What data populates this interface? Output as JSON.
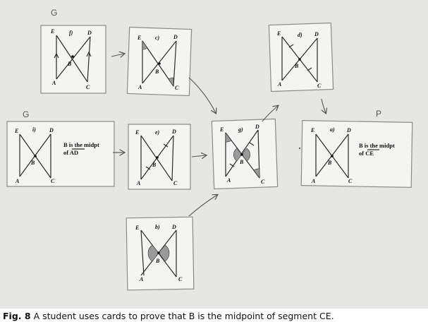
{
  "caption": {
    "label": "Fig. 8",
    "text": "A student uses cards to prove that B is the midpoint of segment CE."
  },
  "hand_marks": {
    "top_left": "G",
    "mid_left": "G",
    "right": "P"
  },
  "points": {
    "E": "E",
    "D": "D",
    "B": "B",
    "A": "A",
    "C": "C"
  },
  "cards": [
    {
      "id": "f",
      "label": "f)",
      "note": "parallel marks on EA and DC"
    },
    {
      "id": "c",
      "label": "c)",
      "note": "alternate angles E and C marked"
    },
    {
      "id": "d",
      "label": "d)",
      "note": "EB and BC marked equal"
    },
    {
      "id": "i",
      "label": "i)",
      "text1": "B is the midpt",
      "text2": "of AD"
    },
    {
      "id": "e",
      "label": "e)",
      "note": "AB and BD marked equal"
    },
    {
      "id": "g",
      "label": "g)",
      "note": "angles and sides marked"
    },
    {
      "id": "a",
      "label": "a)",
      "text1": "B is the midpt",
      "text2": "of CE"
    },
    {
      "id": "b",
      "label": "b)",
      "note": "vertical angles at B marked"
    }
  ]
}
